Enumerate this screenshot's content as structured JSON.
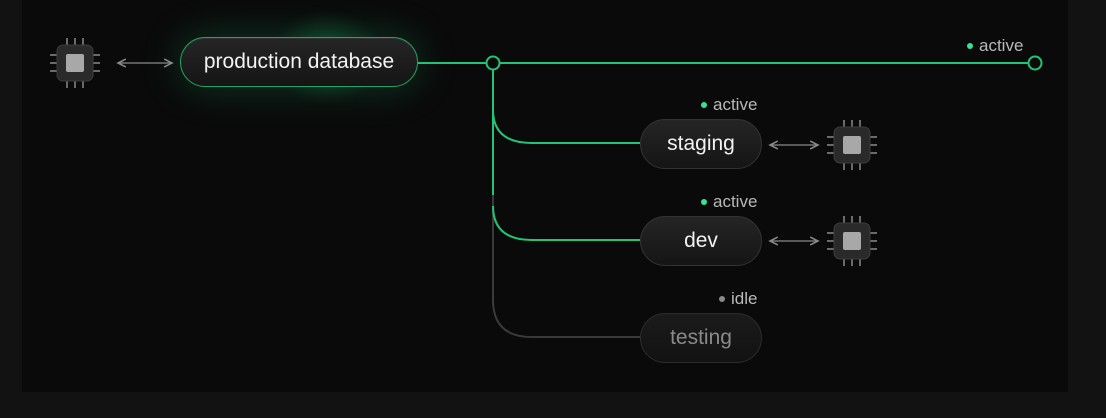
{
  "colors": {
    "accent": "#22c47a",
    "inactive_line": "#3a3a3a",
    "status_active": "#35e29a",
    "status_idle": "#8a8a8a"
  },
  "nodes": {
    "primary": {
      "label": "production database",
      "icon": "chip-icon"
    },
    "endpoint": {
      "status": "active"
    },
    "staging": {
      "label": "staging",
      "status": "active",
      "icon": "chip-icon"
    },
    "dev": {
      "label": "dev",
      "status": "active",
      "icon": "chip-icon"
    },
    "testing": {
      "label": "testing",
      "status": "idle"
    }
  },
  "connectors": {
    "bidirectional_icon": "double-arrow-icon"
  }
}
